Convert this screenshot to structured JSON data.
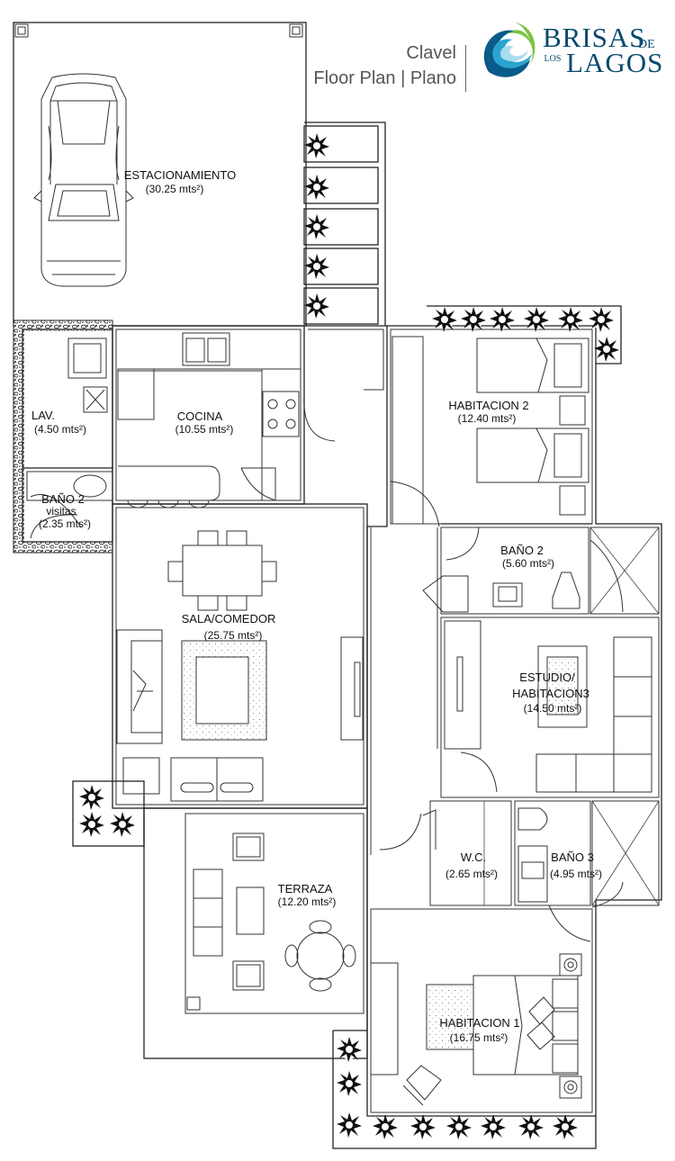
{
  "header": {
    "plan_name": "Clavel",
    "plan_subtitle": "Floor Plan | Plano",
    "brand_top": "BRISAS",
    "brand_de": "DE",
    "brand_los": "LOS",
    "brand_bottom": "LAGOS",
    "brand_color": "#0a4a6e",
    "logo_colors": [
      "#0a5a8a",
      "#2aa3cf",
      "#7cc243"
    ]
  },
  "rooms": {
    "estacionamiento": {
      "name": "ESTACIONAMIENTO",
      "area": "(30.25 mts²)"
    },
    "lav": {
      "name": "LAV.",
      "area": "(4.50 mts²)"
    },
    "cocina": {
      "name": "COCINA",
      "area": "(10.55 mts²)"
    },
    "bano_visitas": {
      "name": "BAÑO 2",
      "name2": "visitas",
      "area": "(2.35 mts²)"
    },
    "habitacion2": {
      "name": "HABITACION 2",
      "area": "(12.40 mts²)"
    },
    "bano2": {
      "name": "BAÑO 2",
      "area": "(5.60 mts²)"
    },
    "sala": {
      "name": "SALA/COMEDOR",
      "area": "(25.75 mts²)"
    },
    "estudio": {
      "name": "ESTUDIO/",
      "name2": "HABITACION3",
      "area": "(14.50 mts²)"
    },
    "wc": {
      "name": "W.C.",
      "area": "(2.65 mts²)"
    },
    "bano3": {
      "name": "BAÑO 3",
      "area": "(4.95 mts²)"
    },
    "terraza": {
      "name": "TERRAZA",
      "area": "(12.20 mts²)"
    },
    "habitacion1": {
      "name": "HABITACION 1",
      "area": "(16.75 mts²)"
    }
  }
}
